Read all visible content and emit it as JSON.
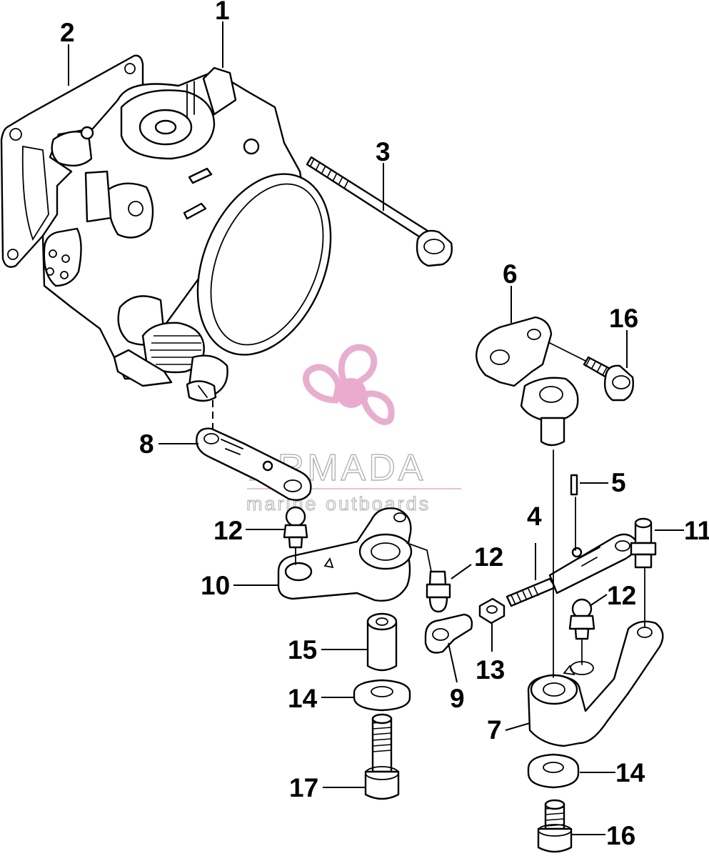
{
  "watermark": {
    "brand": "ARMADA",
    "tagline": "marine outboards",
    "logo_icon": "propeller-icon",
    "logo_color": "#e6a6c8",
    "hub_color": "#e9a3c9",
    "text_color": "#b3b3b3"
  },
  "callouts": {
    "c1": "1",
    "c2": "2",
    "c3": "3",
    "c4": "4",
    "c5": "5",
    "c6": "6",
    "c7": "7",
    "c8": "8",
    "c9": "9",
    "c10": "10",
    "c11": "11",
    "c12a": "12",
    "c12b": "12",
    "c12c": "12",
    "c13": "13",
    "c14a": "14",
    "c14b": "14",
    "c15": "15",
    "c16a": "16",
    "c16b": "16",
    "c17": "17"
  }
}
